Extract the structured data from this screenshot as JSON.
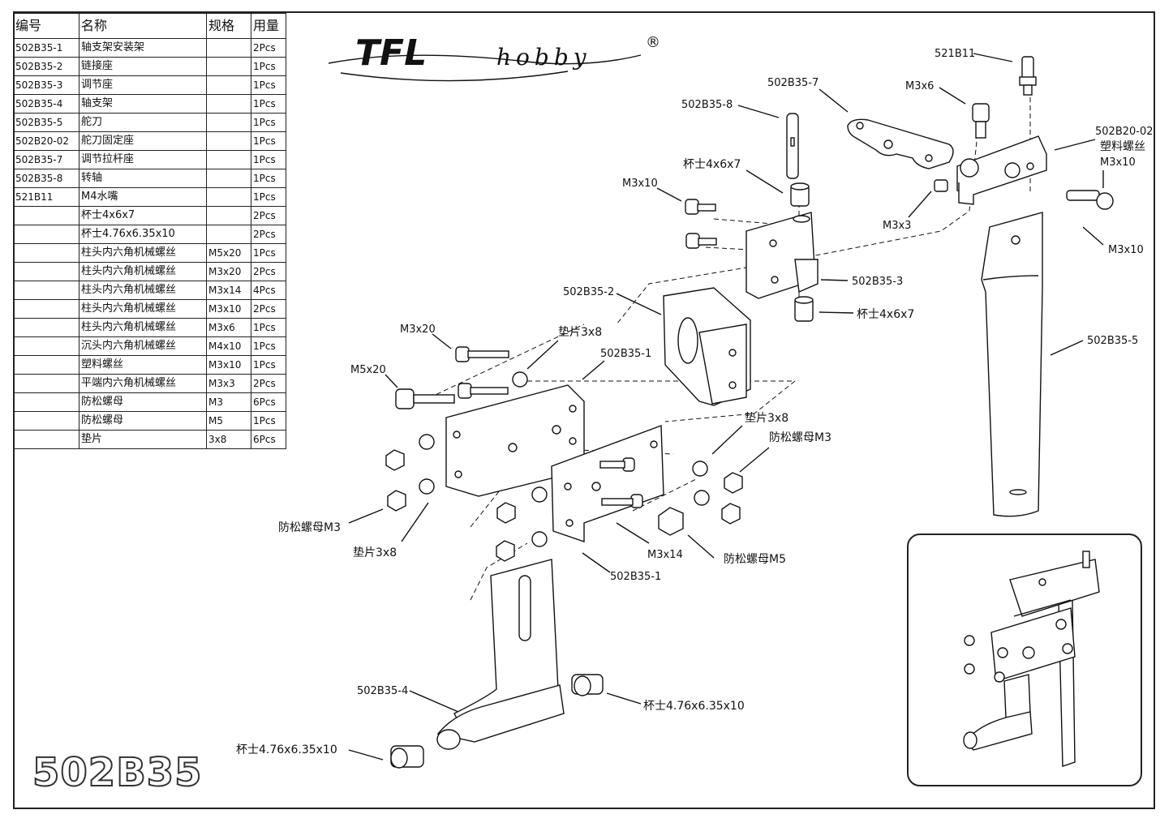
{
  "table": {
    "headers": [
      "编号",
      "名称",
      "规格",
      "用量"
    ],
    "rows": [
      [
        "502B35-1",
        "轴支架安装架",
        "",
        "2Pcs"
      ],
      [
        "502B35-2",
        "链接座",
        "",
        "1Pcs"
      ],
      [
        "502B35-3",
        "调节座",
        "",
        "1Pcs"
      ],
      [
        "502B35-4",
        "轴支架",
        "",
        "1Pcs"
      ],
      [
        "502B35-5",
        "舵刀",
        "",
        "1Pcs"
      ],
      [
        "502B20-02",
        "舵刀固定座",
        "",
        "1Pcs"
      ],
      [
        "502B35-7",
        "调节拉杆座",
        "",
        "1Pcs"
      ],
      [
        "502B35-8",
        "转轴",
        "",
        "1Pcs"
      ],
      [
        "521B11",
        "M4水嘴",
        "",
        "1Pcs"
      ],
      [
        "",
        "杯士4x6x7",
        "",
        "2Pcs"
      ],
      [
        "",
        "杯士4.76x6.35x10",
        "",
        "2Pcs"
      ],
      [
        "",
        "柱头内六角机械螺丝",
        "M5x20",
        "1Pcs"
      ],
      [
        "",
        "柱头内六角机械螺丝",
        "M3x20",
        "2Pcs"
      ],
      [
        "",
        "柱头内六角机械螺丝",
        "M3x14",
        "4Pcs"
      ],
      [
        "",
        "柱头内六角机械螺丝",
        "M3x10",
        "2Pcs"
      ],
      [
        "",
        "柱头内六角机械螺丝",
        "M3x6",
        "1Pcs"
      ],
      [
        "",
        "沉头内六角机械螺丝",
        "M4x10",
        "1Pcs"
      ],
      [
        "",
        "塑料螺丝",
        "M3x10",
        "1Pcs"
      ],
      [
        "",
        "平端内六角机械螺丝",
        "M3x3",
        "2Pcs"
      ],
      [
        "",
        "防松螺母",
        "M3",
        "6Pcs"
      ],
      [
        "",
        "防松螺母",
        "M5",
        "1Pcs"
      ],
      [
        "",
        "垫片",
        "3x8",
        "6Pcs"
      ]
    ]
  },
  "logo": {
    "brand_main": "TFL",
    "brand_sub": "hobby",
    "mark": "®"
  },
  "model_number": "502B35",
  "labels": {
    "l_521B11": "521B11",
    "l_M3x6": "M3x6",
    "l_502B35_7": "502B35-7",
    "l_502B35_8": "502B35-8",
    "l_502B20_02": "502B20-02",
    "l_plastic_screw": "塑料螺丝",
    "l_M3x10_right": "M3x10",
    "l_M3x10_left": "M3x10",
    "l_bushing_top": "杯士4x6x7",
    "l_M3x3": "M3x3",
    "l_M3x10_right2": "M3x10",
    "l_502B35_3": "502B35-3",
    "l_bushing_mid": "杯士4x6x7",
    "l_502B35_2": "502B35-2",
    "l_502B35_5": "502B35-5",
    "l_M3x20": "M3x20",
    "l_washer_top": "垫片3x8",
    "l_502B35_1_top": "502B35-1",
    "l_M5x20": "M5x20",
    "l_washer_right": "垫片3x8",
    "l_nut_m3_right": "防松螺母M3",
    "l_nut_m3_left": "防松螺母M3",
    "l_washer_left": "垫片3x8",
    "l_M3x14": "M3x14",
    "l_nut_m5": "防松螺母M5",
    "l_502B35_1_bot": "502B35-1",
    "l_502B35_4": "502B35-4",
    "l_bushing_476_right": "杯士4.76x6.35x10",
    "l_bushing_476_left": "杯士4.76x6.35x10"
  }
}
